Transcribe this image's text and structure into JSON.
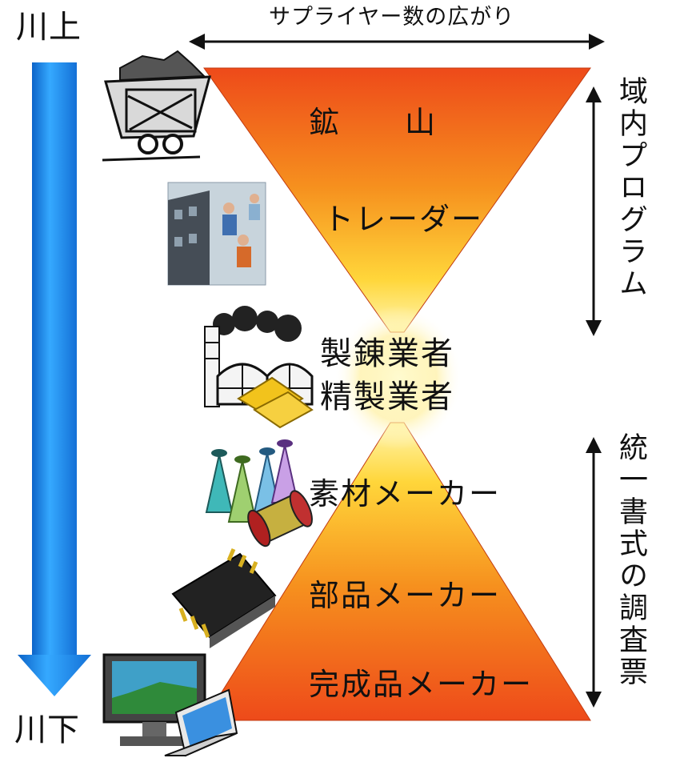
{
  "labels": {
    "upstream": "川上",
    "downstream": "川下",
    "supplier_spread": "サプライヤー数の広がり",
    "regional_program": "域内プログラム",
    "unified_form": "統一書式の調査票"
  },
  "stages": {
    "mine": "鉱　　山",
    "trader": "トレーダー",
    "smelter": "製錬業者",
    "refiner": "精製業者",
    "material_maker": "素材メーカー",
    "parts_maker": "部品メーカー",
    "finished_maker": "完成品メーカー"
  },
  "colors": {
    "funnel_outer": "#ee4a1a",
    "funnel_inner": "#ffe84a",
    "arrow_blue": "#1e8ff0"
  }
}
